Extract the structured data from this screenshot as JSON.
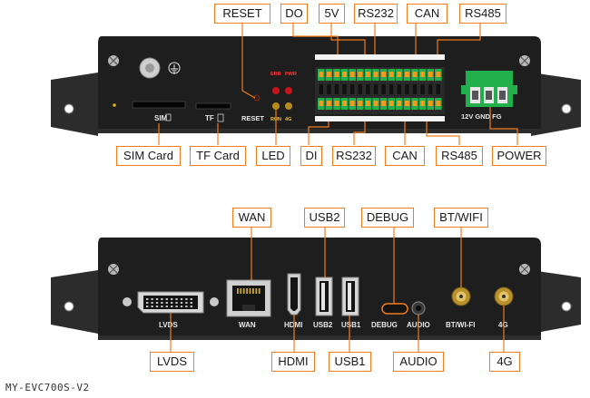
{
  "colors": {
    "accent": "#f07c1e",
    "chassis": "#1e1e1e",
    "bracket": "#2c2c2c",
    "terminal_green": "#21b04b",
    "terminal_orange": "#f39a1c",
    "led_red": "#c8151b",
    "led_amber": "#b88a1c"
  },
  "top_view": {
    "callouts": {
      "reset": "RESET",
      "do": "DO",
      "v5": "5V",
      "rs232": "RS232",
      "can": "CAN",
      "rs485": "RS485"
    },
    "bottom_callouts": {
      "sim_card": "SIM Card",
      "tf_card": "TF Card",
      "led": "LED",
      "di": "DI",
      "rs232": "RS232",
      "can": "CAN",
      "rs485": "RS485",
      "power": "POWER"
    },
    "panel_labels": {
      "sim": "SIM",
      "tf": "TF",
      "reset": "RESET",
      "err": "ERR",
      "pwr": "PWR",
      "run": "RUN",
      "g4": "4G",
      "power_pins": "12V GND FG"
    }
  },
  "bottom_view": {
    "top_callouts": {
      "wan": "WAN",
      "usb2": "USB2",
      "debug": "DEBUG",
      "bt_wifi": "BT/WIFI"
    },
    "bottom_callouts": {
      "lvds": "LVDS",
      "hdmi": "HDMI",
      "usb1": "USB1",
      "audio": "AUDIO",
      "g4": "4G"
    },
    "panel_labels": {
      "lvds": "LVDS",
      "wan": "WAN",
      "hdmi": "HDMI",
      "usb2": "USB2",
      "usb1": "USB1",
      "debug": "DEBUG",
      "audio": "AUDIO",
      "bt_wifi": "BT/WI-FI",
      "g4": "4G"
    }
  },
  "model": "MY-EVC700S-V2"
}
